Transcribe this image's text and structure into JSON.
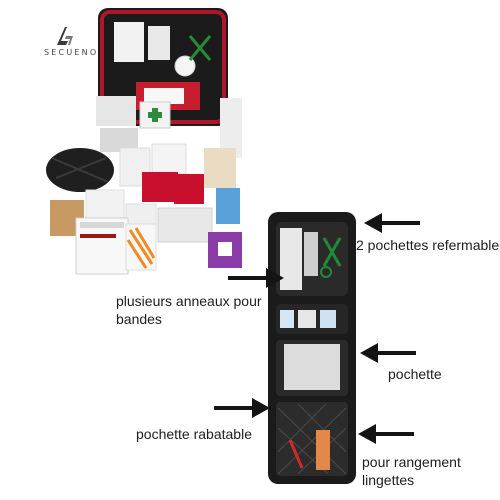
{
  "brand": {
    "name": "SECUENOR"
  },
  "callouts": {
    "refermable": "2 pochettes refermable",
    "anneaux_line1": "plusieurs anneaux pour",
    "anneaux_line2": "bandes",
    "pochette": "pochette",
    "rabatable": "pochette rabatable",
    "rangement_line1": "pour rangement",
    "rangement_line2": "lingettes"
  },
  "colors": {
    "text": "#1e1e1e",
    "arrow": "#141414",
    "pouch_black": "#1b1b1b",
    "accent_red": "#b0162a",
    "background": "#ffffff"
  }
}
